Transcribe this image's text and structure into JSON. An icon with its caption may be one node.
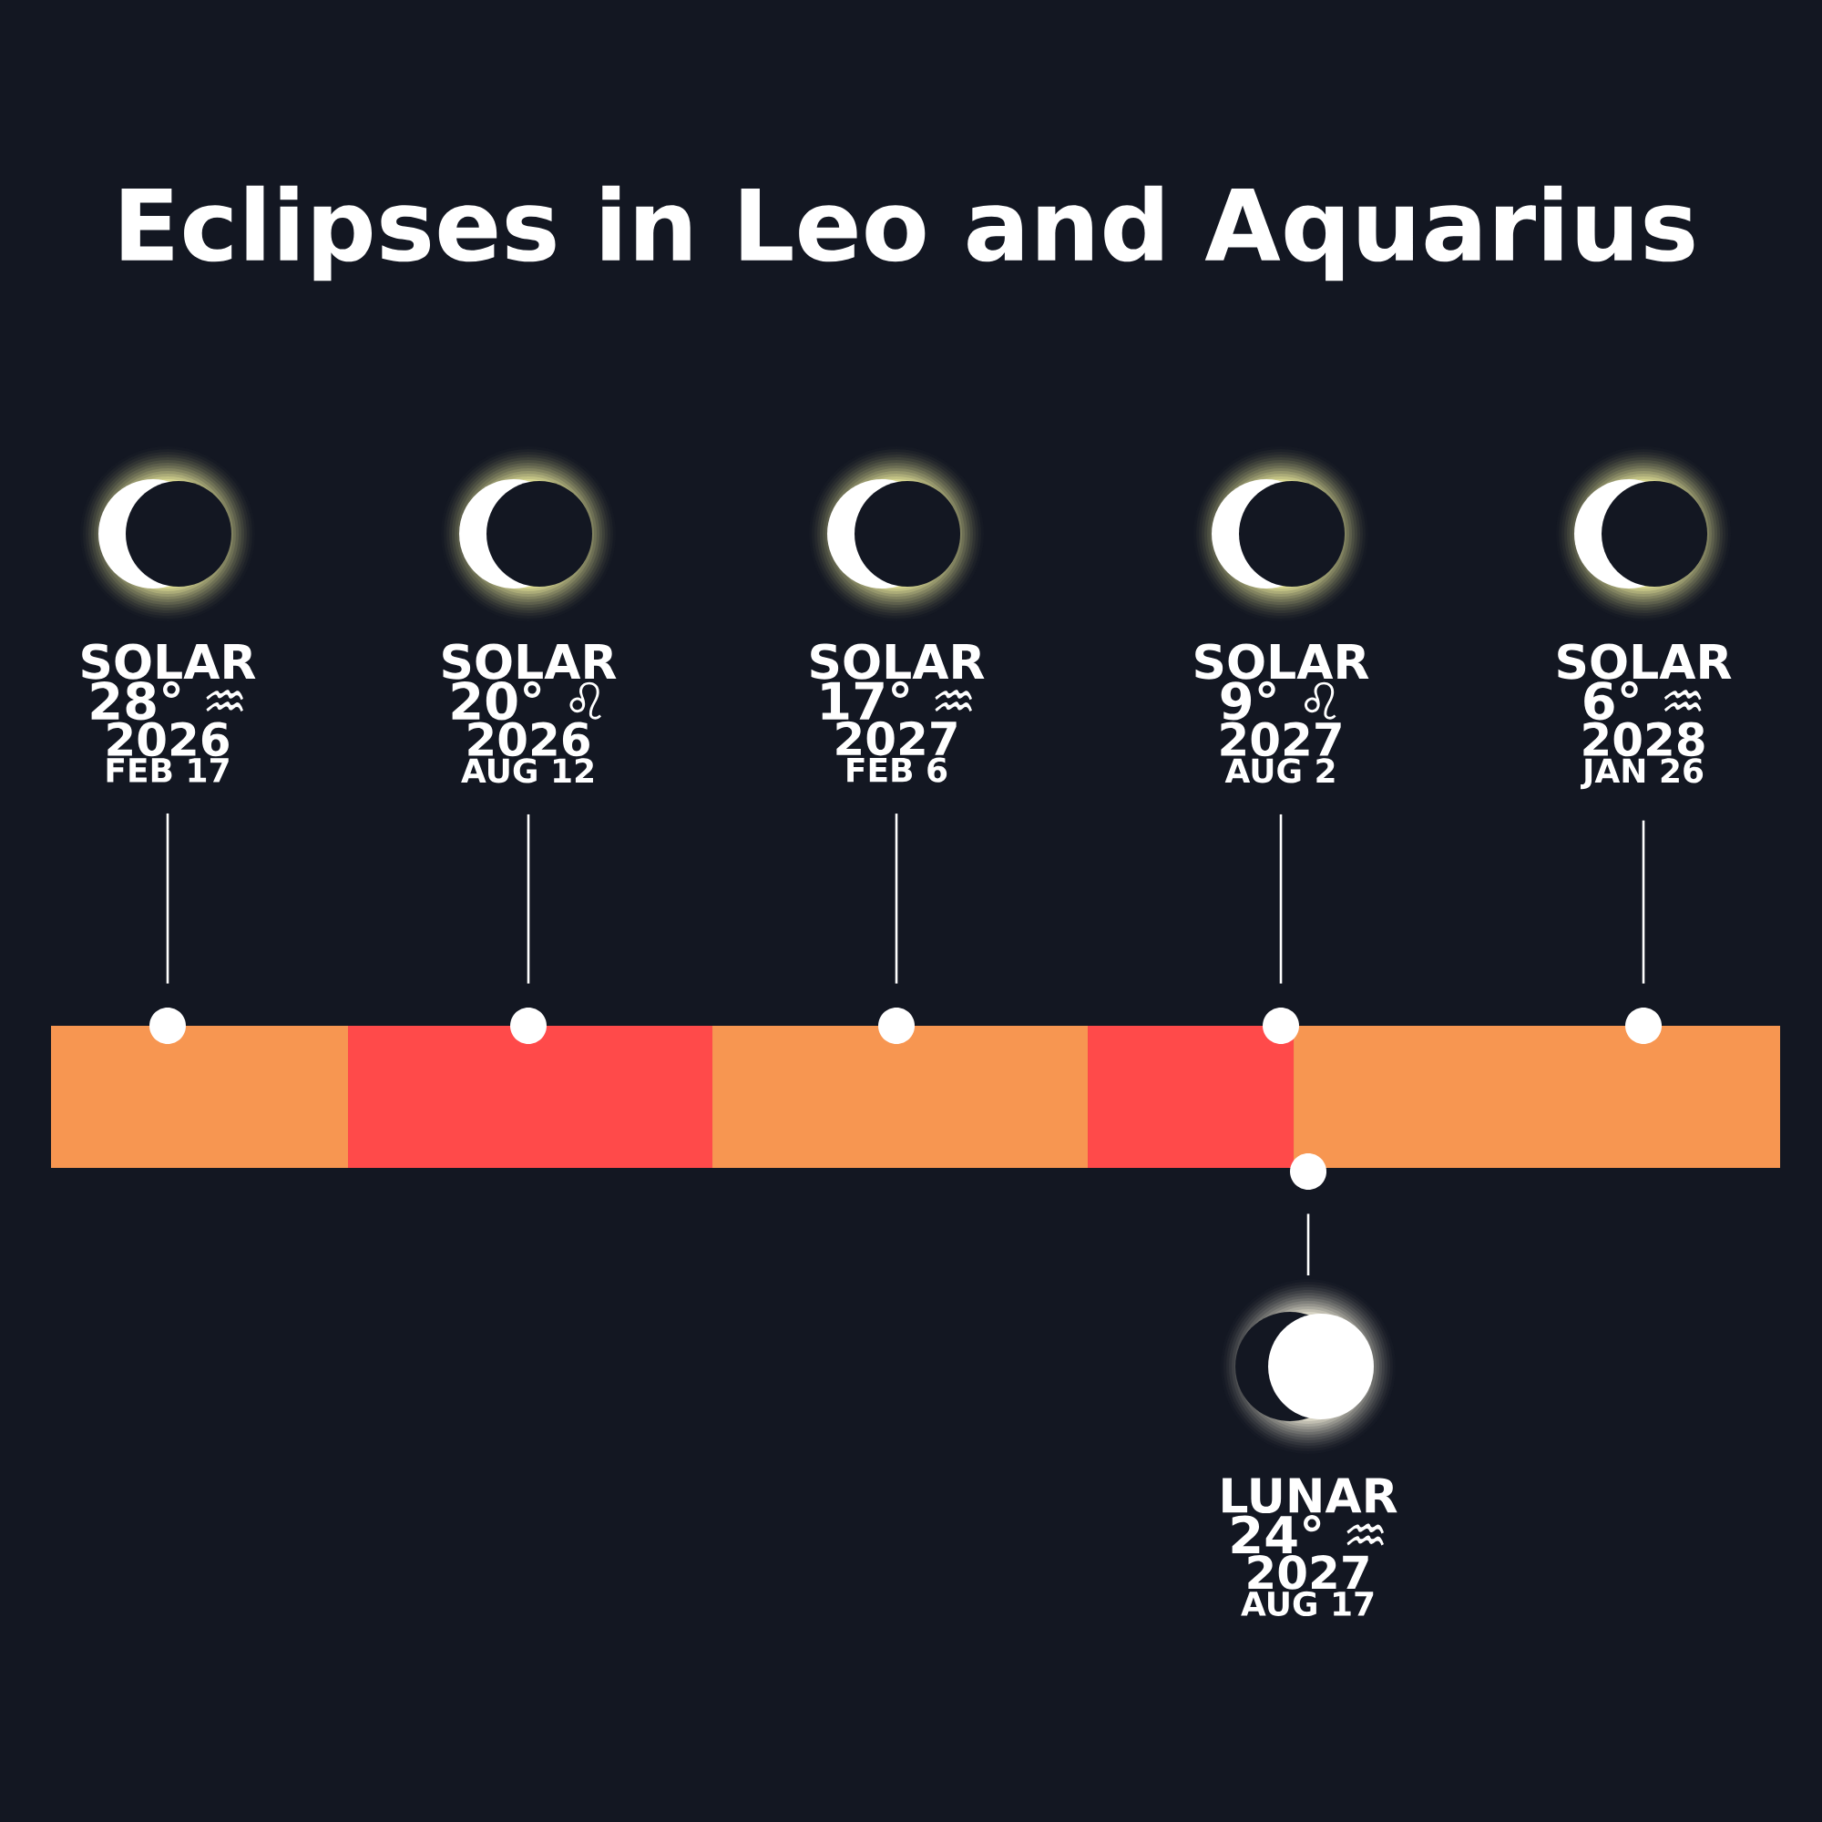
{
  "diagram": {
    "title": "Eclipses in Leo and Aquarius",
    "nodes": [
      {
        "text": [
          "SOLAR",
          "28° ♒",
          "2026",
          "FEB 17"
        ]
      },
      {
        "text": [
          "SOLAR",
          "20° ♌",
          "2026",
          "AUG 12"
        ]
      },
      {
        "text": [
          "SOLAR",
          "17° ♒",
          "2027",
          "FEB 6"
        ]
      },
      {
        "text": [
          "SOLAR",
          "9° ♌",
          "2027",
          "AUG 2"
        ]
      },
      {
        "text": [
          "SOLAR",
          "6° ♒",
          "2028",
          "JAN 26"
        ]
      },
      {
        "text": [
          "LUNAR",
          "24° ♒",
          "2027",
          "AUG 17"
        ]
      },
      {
        "text": [],
        "shape": "circle"
      },
      {
        "text": [],
        "shape": "circle"
      },
      {
        "text": [],
        "shape": "circle"
      },
      {
        "text": [],
        "shape": "circle"
      },
      {
        "text": [],
        "shape": "circle"
      },
      {
        "text": [],
        "shape": "circle"
      }
    ],
    "edges": [
      {
        "from": 0,
        "to": 6,
        "arrow": "none"
      },
      {
        "from": 1,
        "to": 7,
        "arrow": "none"
      },
      {
        "from": 2,
        "to": 8,
        "arrow": "none"
      },
      {
        "from": 3,
        "to": 9,
        "arrow": "none"
      },
      {
        "from": 4,
        "to": 10,
        "arrow": "none"
      },
      {
        "from": 5,
        "to": 11,
        "arrow": "none"
      }
    ]
  }
}
